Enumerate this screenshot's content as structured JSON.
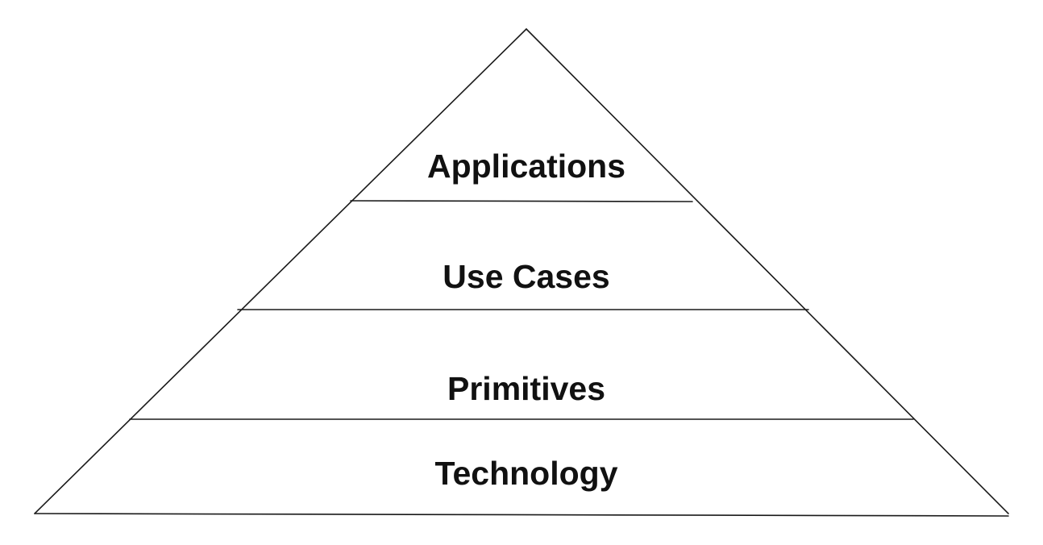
{
  "diagram": {
    "type": "pyramid",
    "line_color": "#1a1a1a",
    "text_color": "#111111",
    "background": "#ffffff",
    "layers": [
      {
        "label": "Applications"
      },
      {
        "label": "Use Cases"
      },
      {
        "label": "Primitives"
      },
      {
        "label": "Technology"
      }
    ]
  }
}
